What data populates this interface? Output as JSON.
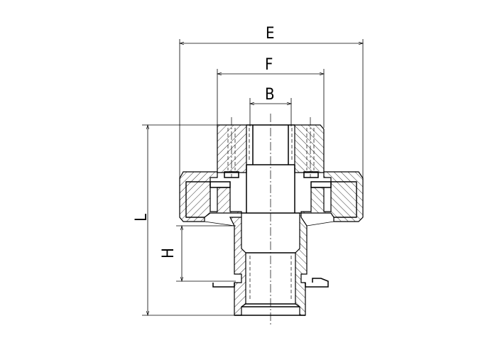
{
  "labels": {
    "E": "E",
    "F": "F",
    "B": "B",
    "L": "L",
    "H": "H"
  },
  "colors": {
    "ink": "#000000",
    "background": "#ffffff"
  }
}
